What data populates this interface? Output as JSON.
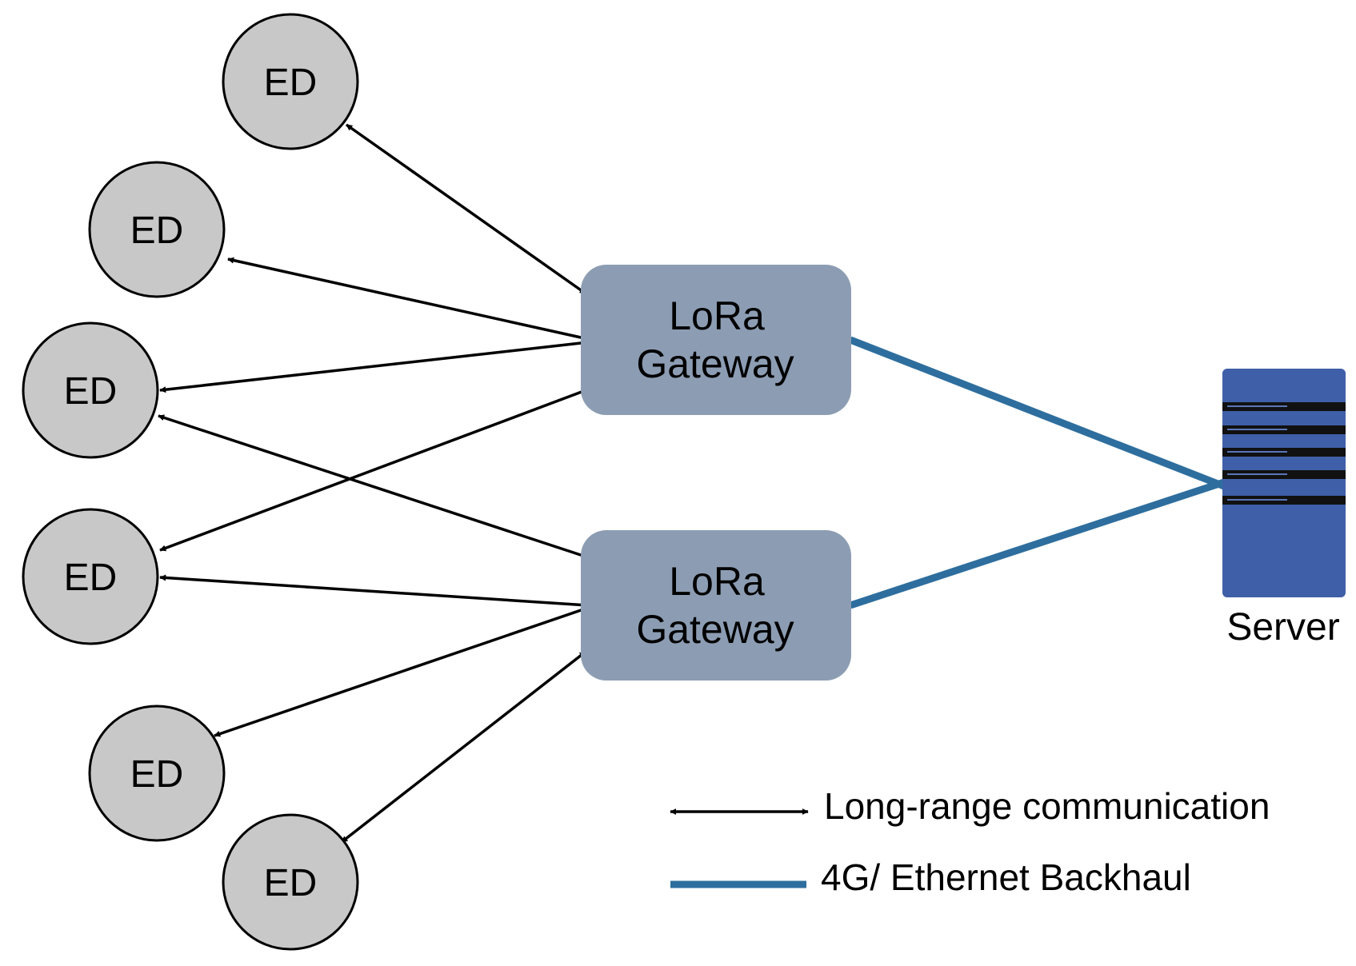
{
  "diagram": {
    "end_device_label": "ED",
    "gateways": [
      {
        "line1": "LoRa",
        "line2": "Gateway"
      },
      {
        "line1": "LoRa",
        "line2": "Gateway"
      }
    ],
    "server_label": "Server",
    "legend": {
      "long_range": "Long-range communication",
      "backhaul": "4G/ Ethernet Backhaul"
    },
    "colors": {
      "end_device_fill": "#c8c8c8",
      "gateway_fill": "#8c9db3",
      "server_fill": "#3f5fa8",
      "backhaul_line": "#2e6e9e",
      "arrow": "#000000"
    }
  }
}
